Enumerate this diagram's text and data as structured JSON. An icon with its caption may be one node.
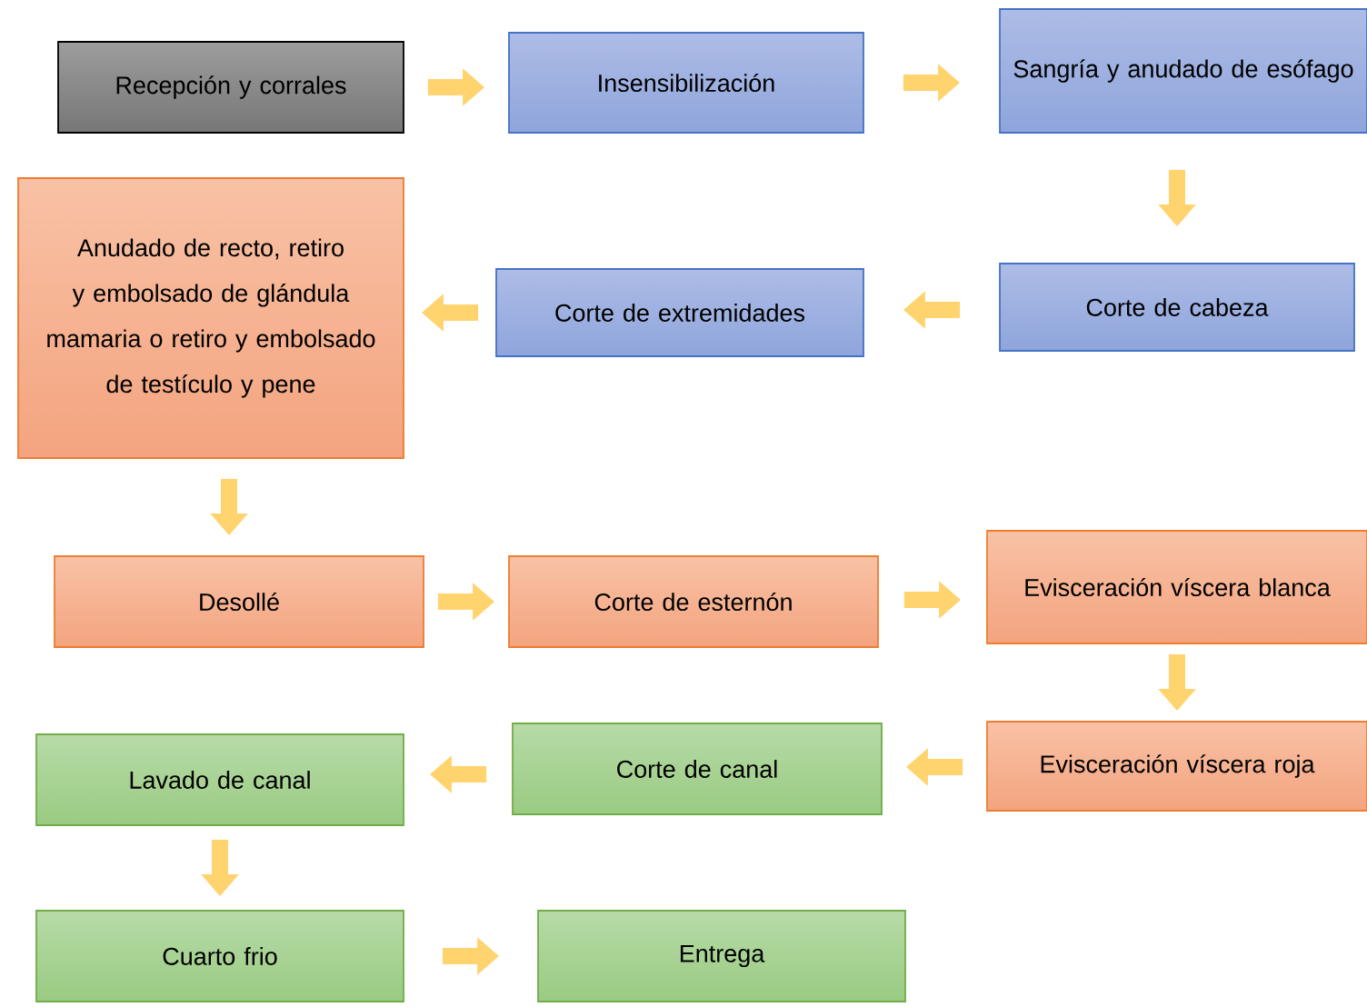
{
  "diagram": {
    "nodes": [
      {
        "text": [
          "Recepción y corrales"
        ]
      },
      {
        "text": [
          "Insensibilización"
        ]
      },
      {
        "text": [
          "Sangría y anudado de esófago"
        ]
      },
      {
        "text": [
          "Corte de cabeza"
        ]
      },
      {
        "text": [
          "Corte de extremidades"
        ]
      },
      {
        "text": [
          "Anudado de recto, retiro y embolsado de glándula mamaria o retiro y embolsado de testículo y pene"
        ]
      },
      {
        "text": [
          "Desollé"
        ]
      },
      {
        "text": [
          "Corte de esternón"
        ]
      },
      {
        "text": [
          "Evisceración víscera blanca"
        ]
      },
      {
        "text": [
          "Evisceración víscera roja"
        ]
      },
      {
        "text": [
          "Corte de canal"
        ]
      },
      {
        "text": [
          "Lavado de canal"
        ]
      },
      {
        "text": [
          "Cuarto frio"
        ]
      },
      {
        "text": [
          "Entrega"
        ]
      }
    ],
    "edges": [
      {
        "from": 0,
        "to": 1,
        "arrow": "to"
      },
      {
        "from": 1,
        "to": 2,
        "arrow": "to"
      },
      {
        "from": 2,
        "to": 3,
        "arrow": "to"
      },
      {
        "from": 3,
        "to": 4,
        "arrow": "to"
      },
      {
        "from": 4,
        "to": 5,
        "arrow": "to"
      },
      {
        "from": 5,
        "to": 6,
        "arrow": "to"
      },
      {
        "from": 6,
        "to": 7,
        "arrow": "to"
      },
      {
        "from": 7,
        "to": 8,
        "arrow": "to"
      },
      {
        "from": 8,
        "to": 9,
        "arrow": "to"
      },
      {
        "from": 9,
        "to": 10,
        "arrow": "to"
      },
      {
        "from": 10,
        "to": 11,
        "arrow": "to"
      },
      {
        "from": 11,
        "to": 12,
        "arrow": "to"
      },
      {
        "from": 12,
        "to": 13,
        "arrow": "to"
      }
    ]
  }
}
